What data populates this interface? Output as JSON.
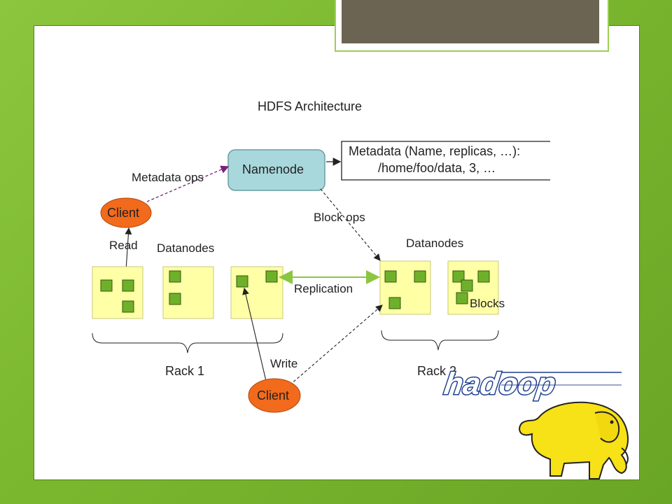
{
  "title": "HDFS Architecture",
  "namenode": "Namenode",
  "metadata_lines": [
    "Metadata (Name, replicas, …):",
    "/home/foo/data, 3, …"
  ],
  "labels": {
    "metadata_ops": "Metadata ops",
    "block_ops": "Block ops",
    "read": "Read",
    "write": "Write",
    "replication": "Replication",
    "blocks": "Blocks",
    "datanodes_left": "Datanodes",
    "datanodes_right": "Datanodes",
    "rack1": "Rack 1",
    "rack2": "Rack 2"
  },
  "clients": {
    "top": "Client",
    "bottom": "Client"
  },
  "logo": {
    "text": "hadoop"
  },
  "colors": {
    "background": "#7cb82f",
    "namenode_fill": "#a9d8dc",
    "datanode_fill": "#ffffa6",
    "block_fill": "#6fb02a",
    "client_fill": "#f26a1b",
    "replication_arrow": "#8cc63f",
    "logo_blue": "#1f3f8f",
    "elephant": "#f7e117"
  }
}
